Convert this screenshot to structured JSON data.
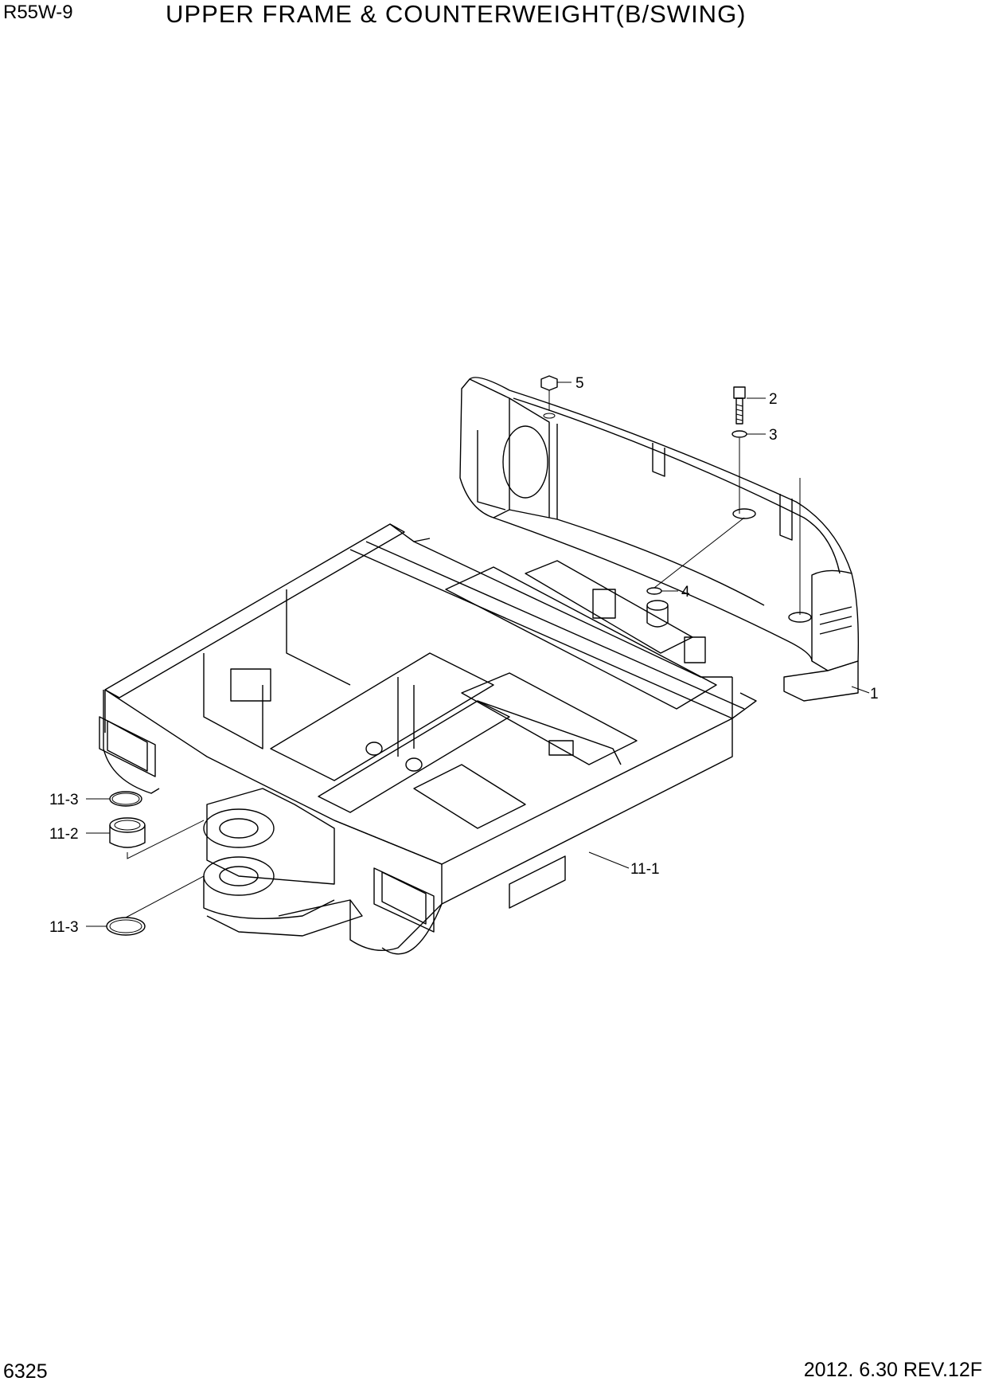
{
  "header": {
    "model": "R55W-9",
    "title": "UPPER FRAME & COUNTERWEIGHT(B/SWING)"
  },
  "footer": {
    "page_number": "6325",
    "revision": "2012. 6.30  REV.12F"
  },
  "callouts": {
    "c1": "1",
    "c2": "2",
    "c3": "3",
    "c4": "4",
    "c5": "5",
    "c11_1": "11-1",
    "c11_2": "11-2",
    "c11_3a": "11-3",
    "c11_3b": "11-3"
  },
  "colors": {
    "line": "#000000",
    "background": "#ffffff"
  }
}
